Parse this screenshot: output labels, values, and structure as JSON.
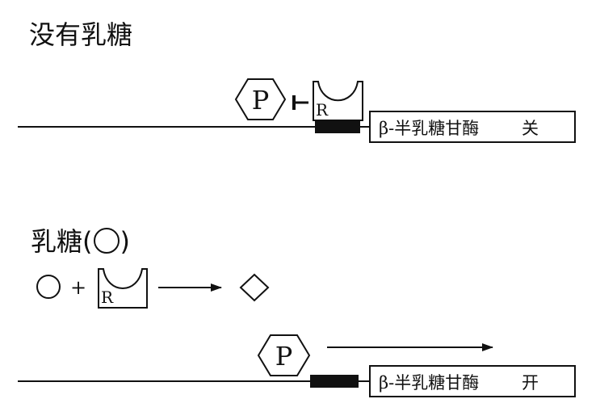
{
  "top_panel": {
    "title": "没有乳糖",
    "promoter_letter": "P",
    "repressor_letter": "R",
    "gene_label": "β-半乳糖甘酶",
    "gene_status": "关"
  },
  "bottom_panel": {
    "title_prefix": "乳糖(",
    "title_suffix": ")",
    "reaction_plus": "+",
    "repressor_letter": "R",
    "promoter_letter": "P",
    "gene_label": "β-半乳糖甘酶",
    "gene_status": "开"
  }
}
